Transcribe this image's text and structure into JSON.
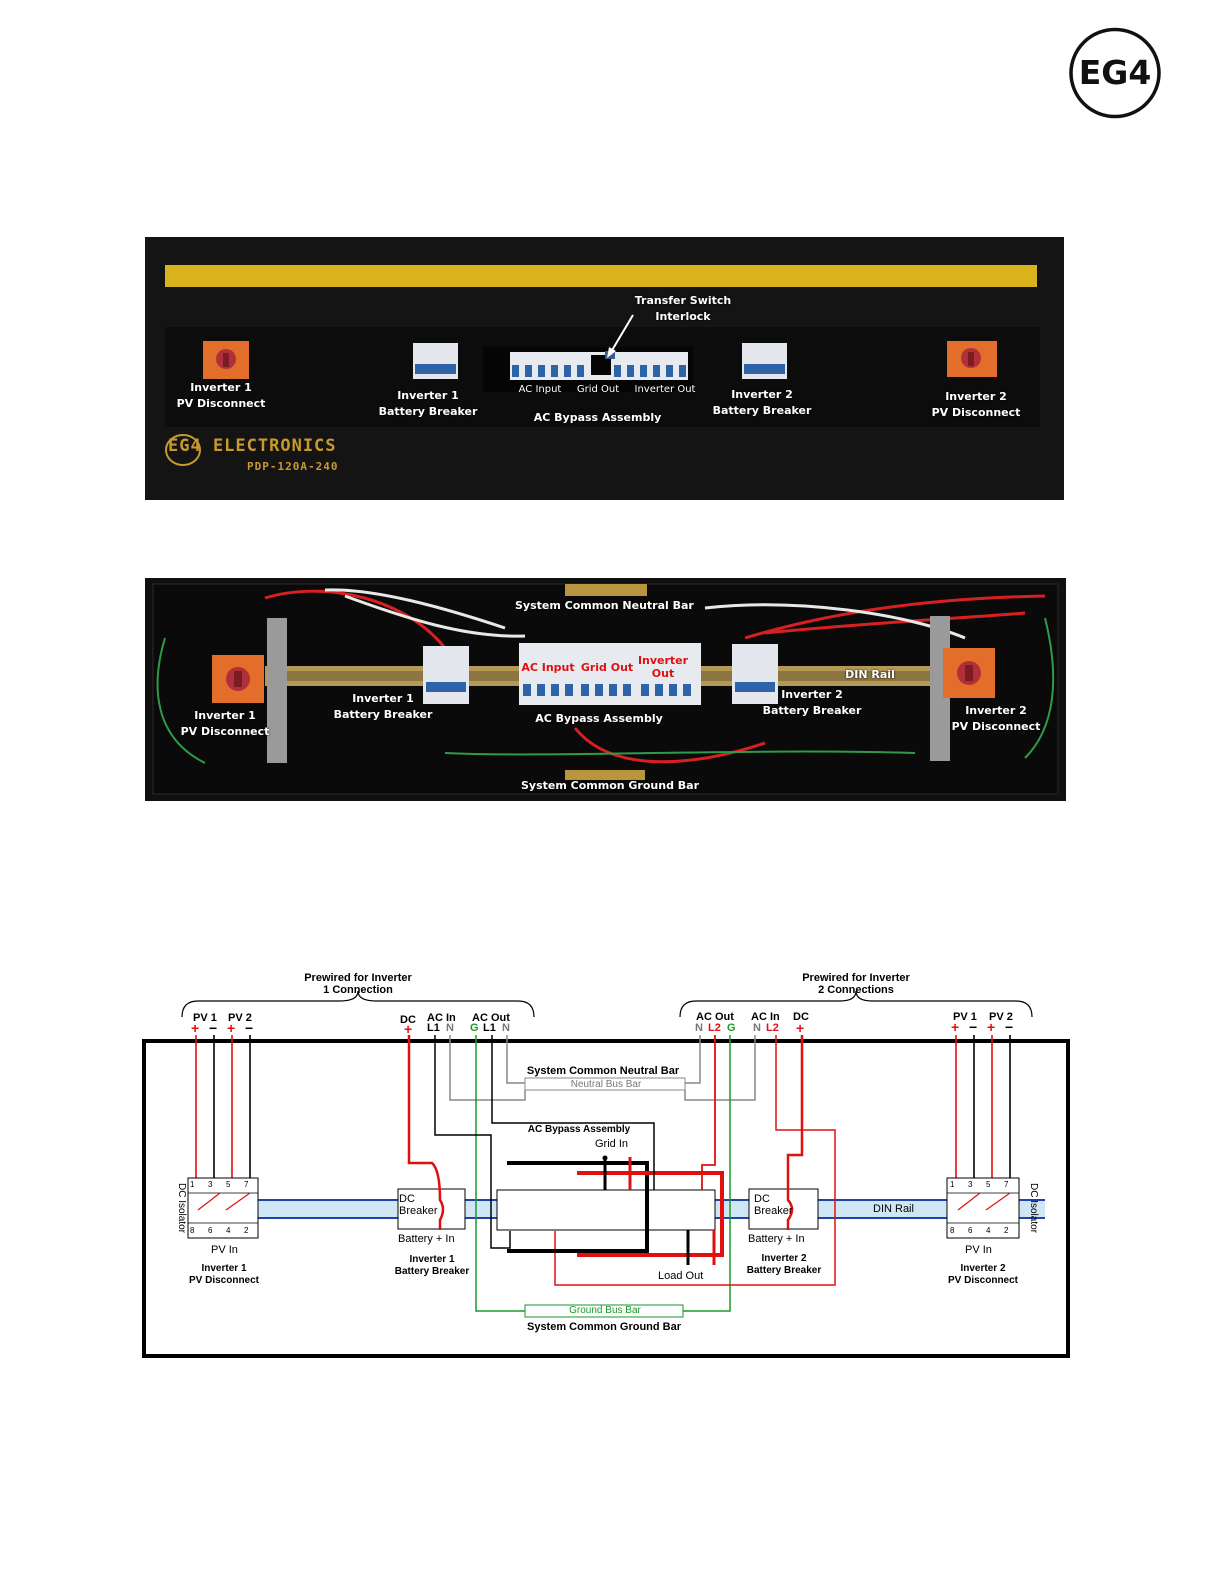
{
  "header": {
    "logo_text": "EG4"
  },
  "panel_front": {
    "brand": "EG4 ELECTRONICS",
    "model": "PDP-120A-240",
    "labels": {
      "transfer_switch": [
        "Transfer Switch",
        "Interlock"
      ],
      "inv1_pv": [
        "Inverter 1",
        "PV Disconnect"
      ],
      "inv1_batt": [
        "Inverter 1",
        "Battery Breaker"
      ],
      "ac_input": "AC Input",
      "grid_out": "Grid Out",
      "inverter_out": "Inverter Out",
      "ac_bypass": "AC Bypass Assembly",
      "inv2_batt": [
        "Inverter 2",
        "Battery Breaker"
      ],
      "inv2_pv": [
        "Inverter 2",
        "PV Disconnect"
      ]
    }
  },
  "panel_open": {
    "labels": {
      "neutral_bar": "System Common Neutral Bar",
      "ac_input": "AC Input",
      "grid_out": "Grid Out",
      "inverter_out": [
        "Inverter",
        "Out"
      ],
      "din_rail": "DIN  Rail",
      "inv1_pv": [
        "Inverter 1",
        "PV Disconnect"
      ],
      "inv1_batt": [
        "Inverter 1",
        "Battery Breaker"
      ],
      "ac_bypass": "AC Bypass Assembly",
      "inv2_batt": [
        "Inverter 2",
        "Battery Breaker"
      ],
      "inv2_pv": [
        "Inverter 2",
        "PV Disconnect"
      ],
      "ground_bar": "System Common Ground Bar"
    }
  },
  "diagram": {
    "prewired_1": [
      "Prewired for Inverter",
      "1 Connection"
    ],
    "prewired_2": [
      "Prewired for Inverter",
      "2 Connections"
    ],
    "pv1": "PV 1",
    "pv2": "PV 2",
    "plus": "+",
    "minus": "−",
    "dc": "DC",
    "ac_in": "AC In",
    "ac_out": "AC Out",
    "L1": "L1",
    "L2": "L2",
    "N": "N",
    "G": "G",
    "neutral_title": "System Common Neutral Bar",
    "neutral_bus": "Neutral Bus Bar",
    "ac_bypass": "AC Bypass Assembly",
    "grid_in": "Grid In",
    "load_out": "Load Out",
    "dc_breaker": [
      "DC",
      "Breaker"
    ],
    "battery_in": "Battery + In",
    "inv1_batt": [
      "Inverter 1",
      "Battery Breaker"
    ],
    "inv2_batt": [
      "Inverter 2",
      "Battery Breaker"
    ],
    "din_rail": "DIN Rail",
    "dc_isolator": "DC Isolator",
    "pv_in": "PV In",
    "inv1_pv": [
      "Inverter 1",
      "PV Disconnect"
    ],
    "inv2_pv": [
      "Inverter 2",
      "PV Disconnect"
    ],
    "ground_bus": "Ground Bus Bar",
    "ground_title": "System Common Ground Bar",
    "isolator_terminals": [
      "1",
      "3",
      "5",
      "7",
      "8",
      "6",
      "4",
      "2"
    ]
  }
}
